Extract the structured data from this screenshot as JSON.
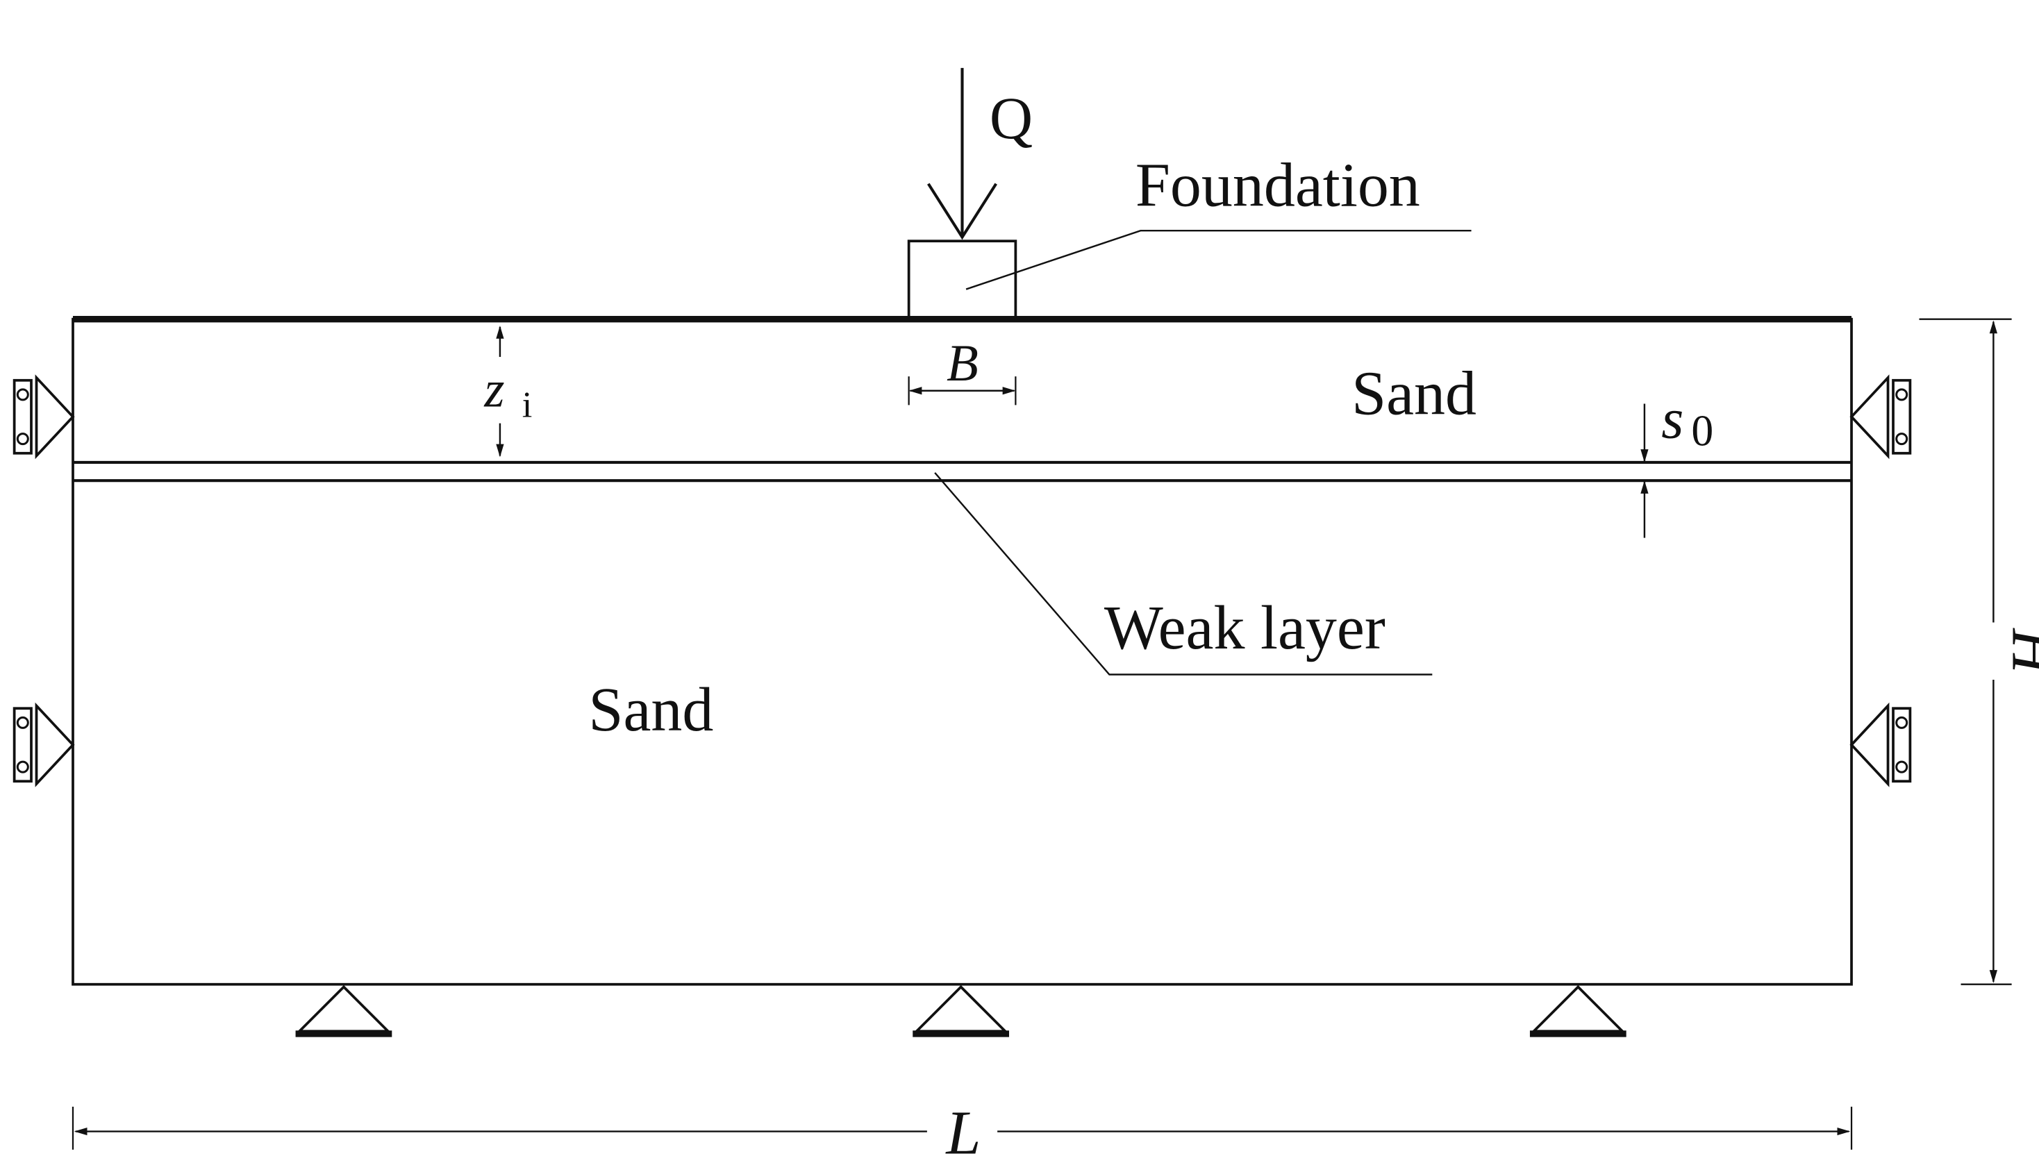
{
  "labels": {
    "load": "Q",
    "foundation": "Foundation",
    "sand_top": "Sand",
    "sand_bottom": "Sand",
    "weak_layer": "Weak layer",
    "z_main": "z",
    "z_sub": "i",
    "width": "B",
    "s_main": "s",
    "s_sub": "0",
    "height": "H",
    "length": "L"
  },
  "colors": {
    "line": "#111111",
    "background": "#ffffff"
  }
}
